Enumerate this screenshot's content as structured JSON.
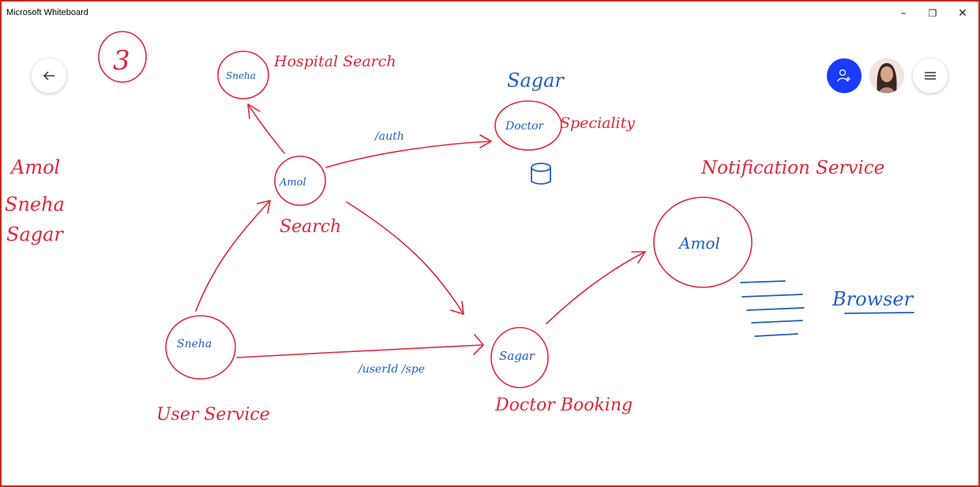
{
  "window": {
    "title": "Microsoft Whiteboard",
    "minimize_glyph": "–",
    "restore_glyph": "❐",
    "close_glyph": "✕"
  },
  "toolbar": {
    "back_icon": "arrow-left-icon",
    "invite_icon": "add-person-icon",
    "menu_icon": "hamburger-menu-icon",
    "accent_color": "#1a3cff"
  },
  "board": {
    "ink_colors": {
      "red": "#e0273a",
      "blue": "#1f5fbf"
    },
    "page_number": "3",
    "roster": [
      "Amol",
      "Sneha",
      "Sagar"
    ],
    "nodes": {
      "hospital": {
        "inner": "Sneha",
        "caption": "Hospital Search"
      },
      "search": {
        "inner": "Amol",
        "caption": "Search"
      },
      "doctor": {
        "inner": "Doctor",
        "caption": "Speciality",
        "owner": "Sagar"
      },
      "user": {
        "inner": "Sneha",
        "caption": "User Service"
      },
      "booking": {
        "inner": "Sagar",
        "caption": "Doctor Booking"
      },
      "notification": {
        "inner": "Amol",
        "caption": "Notification Service"
      }
    },
    "edge_labels": {
      "search_to_doctor": "/auth",
      "user_to_booking": "/userId /spe"
    },
    "browser_label": "Browser"
  }
}
